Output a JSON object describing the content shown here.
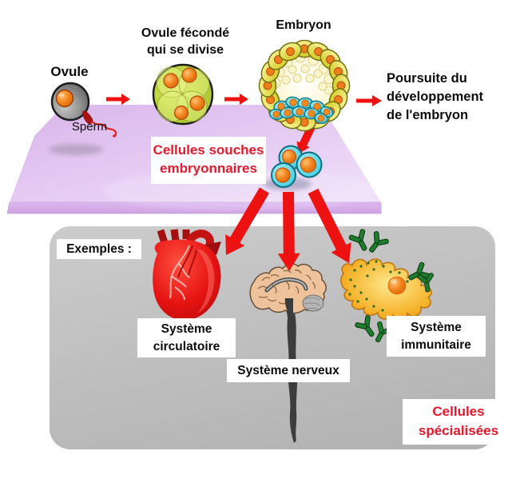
{
  "stage": {
    "ovule": "Ovule",
    "sperm": "Sperm",
    "fertilized": [
      "Ovule fécondé",
      "qui se divise"
    ],
    "embryo": "Embryon",
    "development": [
      "Poursuite du",
      "développement",
      "de l'embryon"
    ],
    "stem_cells": [
      "Cellules souches",
      "embryonnaires"
    ]
  },
  "panel": {
    "title": "Exemples :",
    "systems": {
      "circulatory": [
        "Système",
        "circulatoire"
      ],
      "nervous": "Système nerveux",
      "immune": [
        "Système",
        "immunitaire"
      ]
    },
    "specialized": [
      "Cellules",
      "spécialisées"
    ]
  },
  "colors": {
    "arrow_red": "#ee1111",
    "label_red_text": "#e3192e",
    "platform_purple": "#dcb9ed",
    "panel_gray": "#bdbdbd",
    "cell_cyan": "#3fd0e2",
    "cell_yellow": "#e4dc3c",
    "nucleus_orange": "#f08020",
    "antibody_green": "#1e7e2e"
  },
  "illustrations": [
    "egg-cell",
    "sperm",
    "dividing-egg",
    "blastocyst-embryo",
    "stem-cells",
    "heart",
    "brain-spinal-cord",
    "macrophage",
    "antibodies"
  ]
}
